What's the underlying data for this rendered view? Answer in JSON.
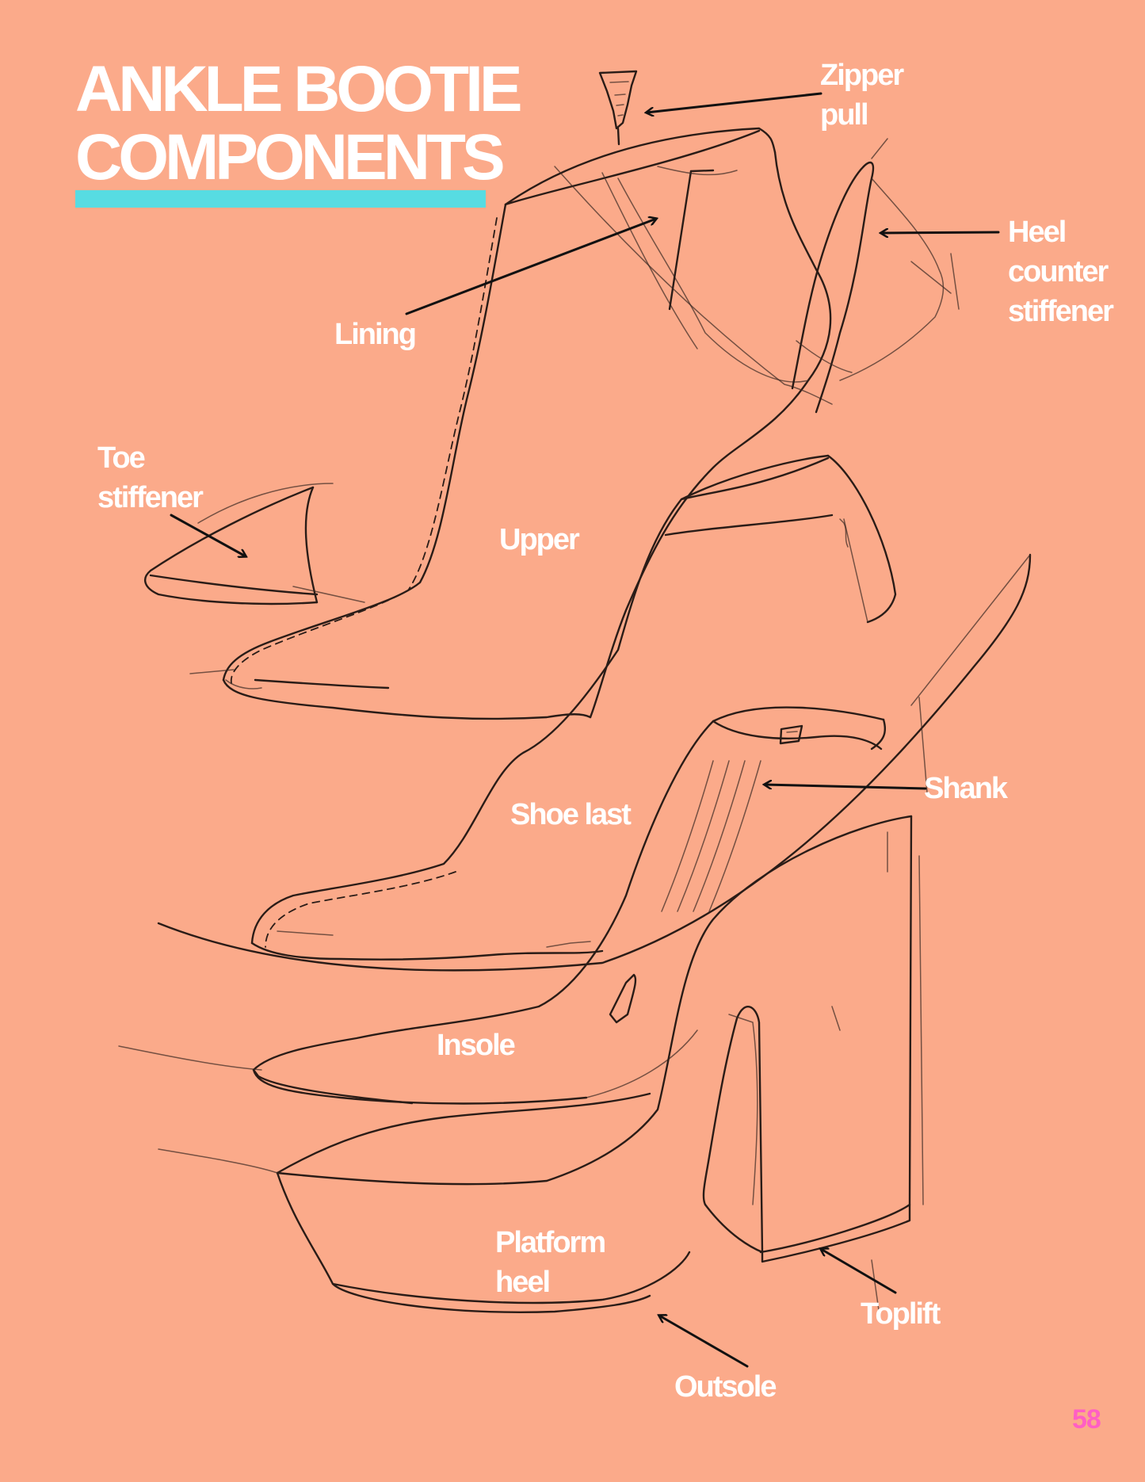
{
  "title": {
    "line1": "ANKLE BOOTIE",
    "line2": "COMPONENTS"
  },
  "accent_color": "#57DCE2",
  "background_color": "#FBAA8A",
  "labels": {
    "zipper_pull": "Zipper\npull",
    "heel_counter_stiffener": "Heel\ncounter\nstiffener",
    "lining": "Lining",
    "toe_stiffener": "Toe\nstiffener",
    "upper": "Upper",
    "shank": "Shank",
    "shoe_last": "Shoe last",
    "insole": "Insole",
    "platform_heel": "Platform\nheel",
    "toplift": "Toplift",
    "outsole": "Outsole"
  },
  "page_number": "58"
}
